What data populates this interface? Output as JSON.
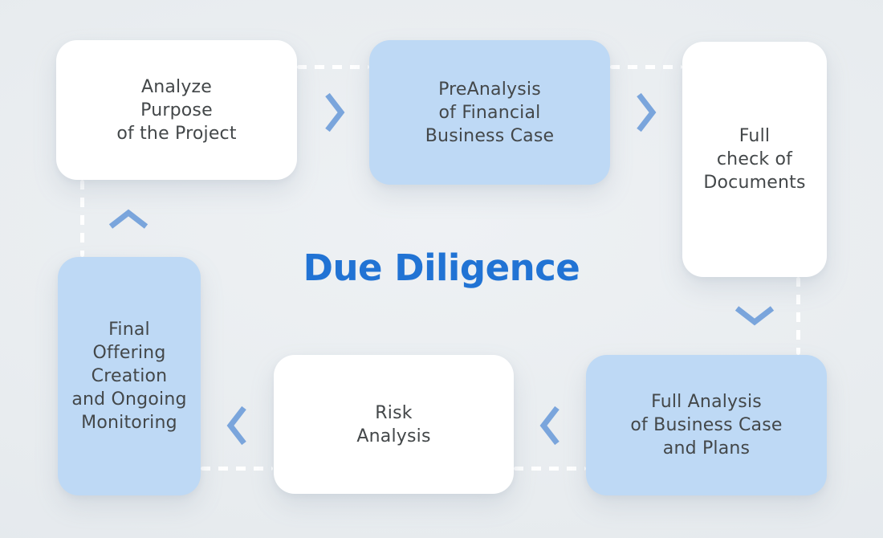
{
  "title": {
    "text": "Due Diligence"
  },
  "colors": {
    "background": "#e9edf1",
    "card_white": "#ffffff",
    "card_blue": "#bed9f5",
    "chevron": "#7aa5dc",
    "connector": "#ffffff",
    "text": "#434749",
    "title": "#2173d4"
  },
  "nodes": [
    {
      "id": "analyze-purpose",
      "variant": "white",
      "label": "Analyze\nPurpose\nof the Project"
    },
    {
      "id": "preanalysis-financial",
      "variant": "blue",
      "label": "PreAnalysis\nof Financial\nBusiness Case"
    },
    {
      "id": "full-check-documents",
      "variant": "white",
      "label": "Full\ncheck of\nDocuments"
    },
    {
      "id": "full-analysis-business",
      "variant": "blue",
      "label": "Full Analysis\nof Business Case\nand Plans"
    },
    {
      "id": "risk-analysis",
      "variant": "white",
      "label": "Risk\nAnalysis"
    },
    {
      "id": "final-offering-monitoring",
      "variant": "blue",
      "label": "Final\nOffering\nCreation\nand Ongoing\nMonitoring"
    }
  ],
  "connectors": {
    "line_style": "dashed",
    "arrows": [
      {
        "name": "chevron-right-icon",
        "direction": "right",
        "from": "analyze-purpose",
        "to": "preanalysis-financial"
      },
      {
        "name": "chevron-right-icon",
        "direction": "right",
        "from": "preanalysis-financial",
        "to": "full-check-documents"
      },
      {
        "name": "chevron-down-icon",
        "direction": "down",
        "from": "full-check-documents",
        "to": "full-analysis-business"
      },
      {
        "name": "chevron-left-icon",
        "direction": "left",
        "from": "full-analysis-business",
        "to": "risk-analysis"
      },
      {
        "name": "chevron-left-icon",
        "direction": "left",
        "from": "risk-analysis",
        "to": "final-offering-monitoring"
      },
      {
        "name": "chevron-up-icon",
        "direction": "up",
        "from": "final-offering-monitoring",
        "to": "analyze-purpose"
      }
    ]
  }
}
